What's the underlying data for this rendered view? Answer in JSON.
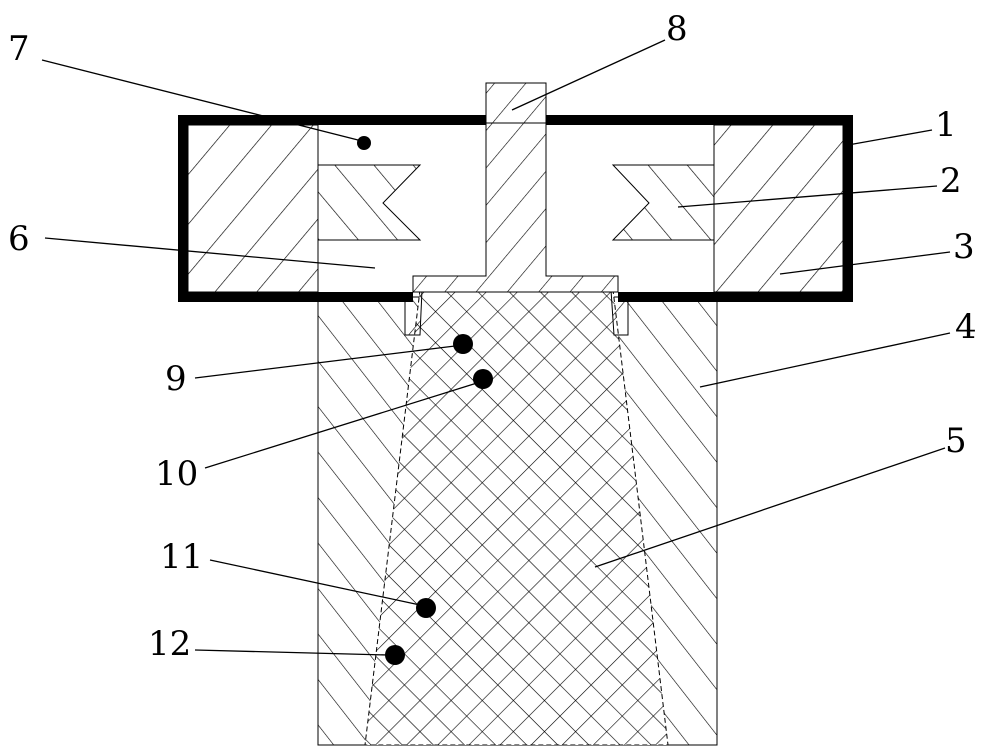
{
  "figure": {
    "labels": {
      "l1": "1",
      "l2": "2",
      "l3": "3",
      "l4": "4",
      "l5": "5",
      "l6": "6",
      "l7": "7",
      "l8": "8",
      "l9": "9",
      "l10": "10",
      "l11": "11",
      "l12": "12"
    },
    "colors": {
      "line": "#000000",
      "background": "#ffffff"
    }
  }
}
